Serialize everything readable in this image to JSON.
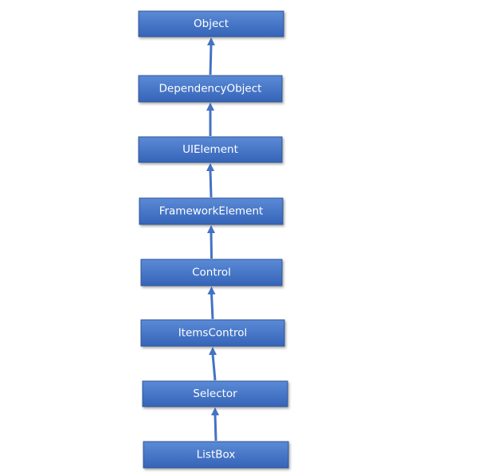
{
  "diagram": {
    "type": "class-hierarchy",
    "nodes": [
      {
        "id": "object",
        "label": "Object"
      },
      {
        "id": "dependency-object",
        "label": "DependencyObject"
      },
      {
        "id": "ui-element",
        "label": "UIElement"
      },
      {
        "id": "framework-element",
        "label": "FrameworkElement"
      },
      {
        "id": "control",
        "label": "Control"
      },
      {
        "id": "items-control",
        "label": "ItemsControl"
      },
      {
        "id": "selector",
        "label": "Selector"
      },
      {
        "id": "list-box",
        "label": "ListBox"
      }
    ],
    "edges": [
      {
        "from": "dependency-object",
        "to": "object"
      },
      {
        "from": "ui-element",
        "to": "dependency-object"
      },
      {
        "from": "framework-element",
        "to": "ui-element"
      },
      {
        "from": "control",
        "to": "framework-element"
      },
      {
        "from": "items-control",
        "to": "control"
      },
      {
        "from": "selector",
        "to": "items-control"
      },
      {
        "from": "list-box",
        "to": "selector"
      }
    ],
    "colors": {
      "box_top": "#5b8ad6",
      "box_bottom": "#3564b8",
      "box_border": "#2f5597",
      "arrow": "#4472c4",
      "text": "#ffffff"
    }
  }
}
